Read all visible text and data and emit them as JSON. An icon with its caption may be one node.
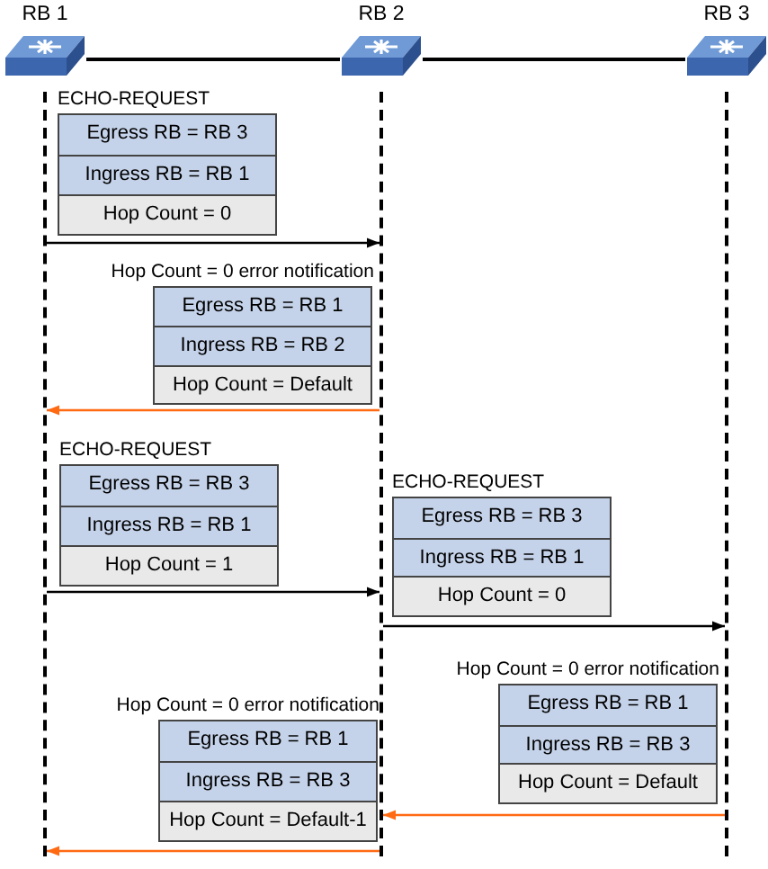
{
  "diagram": {
    "nodes": [
      {
        "text": [
          "RB 1"
        ]
      },
      {
        "text": [
          "RB 2"
        ]
      },
      {
        "text": [
          "RB 3"
        ]
      },
      {
        "text": [],
        "shape": "line"
      },
      {
        "text": [],
        "shape": "line"
      },
      {
        "text": [],
        "shape": "line"
      },
      {
        "text": [
          "ECHO-REQUEST"
        ]
      },
      {
        "text": [
          "Egress RB = RB 3"
        ],
        "in": 6
      },
      {
        "text": [
          "Ingress RB = RB 1"
        ],
        "in": 6
      },
      {
        "text": [
          "Hop Count = 0"
        ],
        "in": 6
      },
      {
        "text": [
          "Hop Count = 0 error notification"
        ]
      },
      {
        "text": [
          "Egress RB = RB 1"
        ],
        "in": 10
      },
      {
        "text": [
          "Ingress RB = RB 2"
        ],
        "in": 10
      },
      {
        "text": [
          "Hop Count = Default"
        ],
        "in": 10
      },
      {
        "text": [
          "ECHO-REQUEST"
        ]
      },
      {
        "text": [
          "Egress RB = RB 3"
        ],
        "in": 14
      },
      {
        "text": [
          "Ingress RB = RB 1"
        ],
        "in": 14
      },
      {
        "text": [
          "Hop Count = 1"
        ],
        "in": 14
      },
      {
        "text": [
          "ECHO-REQUEST"
        ]
      },
      {
        "text": [
          "Egress RB = RB 3"
        ],
        "in": 18
      },
      {
        "text": [
          "Ingress RB = RB 1"
        ],
        "in": 18
      },
      {
        "text": [
          "Hop Count = 0"
        ],
        "in": 18
      },
      {
        "text": [
          "Hop Count = 0 error notification"
        ]
      },
      {
        "text": [
          "Egress RB = RB 1"
        ],
        "in": 22
      },
      {
        "text": [
          "Ingress RB = RB 3"
        ],
        "in": 22
      },
      {
        "text": [
          "Hop Count = Default"
        ],
        "in": 22
      },
      {
        "text": [
          "Hop Count = 0 error notification"
        ]
      },
      {
        "text": [
          "Egress RB = RB 1"
        ],
        "in": 26
      },
      {
        "text": [
          "Ingress RB = RB 3"
        ],
        "in": 26
      },
      {
        "text": [
          "Hop Count = Default-1"
        ],
        "in": 26
      }
    ],
    "edges": [
      {
        "from": 0,
        "to": 1,
        "arrow": "none"
      },
      {
        "from": 1,
        "to": 2,
        "arrow": "none"
      },
      {
        "from": 3,
        "to": 4,
        "arrow": "to"
      },
      {
        "from": 4,
        "to": 3,
        "arrow": "to",
        "color": "#ff6a13"
      },
      {
        "from": 3,
        "to": 4,
        "arrow": "to"
      },
      {
        "from": 4,
        "to": 5,
        "arrow": "to"
      },
      {
        "from": 5,
        "to": 4,
        "arrow": "to",
        "color": "#ff6a13"
      },
      {
        "from": 4,
        "to": 3,
        "arrow": "to",
        "color": "#ff6a13"
      }
    ]
  }
}
